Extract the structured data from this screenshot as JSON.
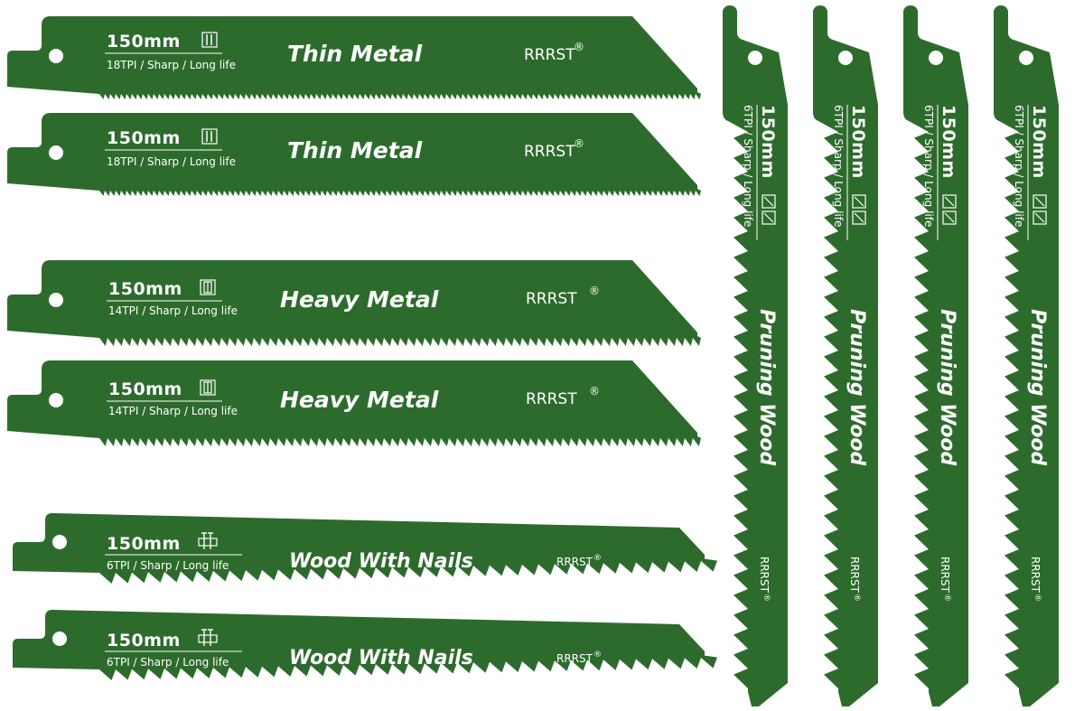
{
  "colors": {
    "blade": "#2d6b2d",
    "blade_dark": "#245a24",
    "text": "#ffffff",
    "background": "#ffffff"
  },
  "horizontal_blades": [
    {
      "length": "150mm",
      "spec": "18TPI / Sharp / Long life",
      "name": "Thin Metal",
      "brand": "RRRST",
      "icon": "thin-metal-icon"
    },
    {
      "length": "150mm",
      "spec": "18TPI / Sharp / Long life",
      "name": "Thin Metal",
      "brand": "RRRST",
      "icon": "thin-metal-icon"
    },
    {
      "length": "150mm",
      "spec": "14TPI / Sharp / Long life",
      "name": "Heavy Metal",
      "brand": "RRRST",
      "icon": "heavy-metal-icon"
    },
    {
      "length": "150mm",
      "spec": "14TPI / Sharp / Long life",
      "name": "Heavy Metal",
      "brand": "RRRST",
      "icon": "heavy-metal-icon"
    },
    {
      "length": "150mm",
      "spec": "6TPI / Sharp / Long life",
      "name": "Wood With Nails",
      "brand": "RRRST",
      "icon": "wood-nails-icon"
    },
    {
      "length": "150mm",
      "spec": "6TPI / Sharp / Long life",
      "name": "Wood With Nails",
      "brand": "RRRST",
      "icon": "wood-nails-icon"
    }
  ],
  "vertical_blades": [
    {
      "length": "150mm",
      "spec": "6TPI / Sharp / Long life",
      "name": "Pruning Wood",
      "brand": "RRRST",
      "icon": "pruning-wood-icon"
    },
    {
      "length": "150mm",
      "spec": "6TPI / Sharp / Long life",
      "name": "Pruning Wood",
      "brand": "RRRST",
      "icon": "pruning-wood-icon"
    },
    {
      "length": "150mm",
      "spec": "6TPI / Sharp / Long life",
      "name": "Pruning Wood",
      "brand": "RRRST",
      "icon": "pruning-wood-icon"
    },
    {
      "length": "150mm",
      "spec": "6TPI / Sharp / Long life",
      "name": "Pruning Wood",
      "brand": "RRRST",
      "icon": "pruning-wood-icon"
    }
  ],
  "registered_mark": "®"
}
